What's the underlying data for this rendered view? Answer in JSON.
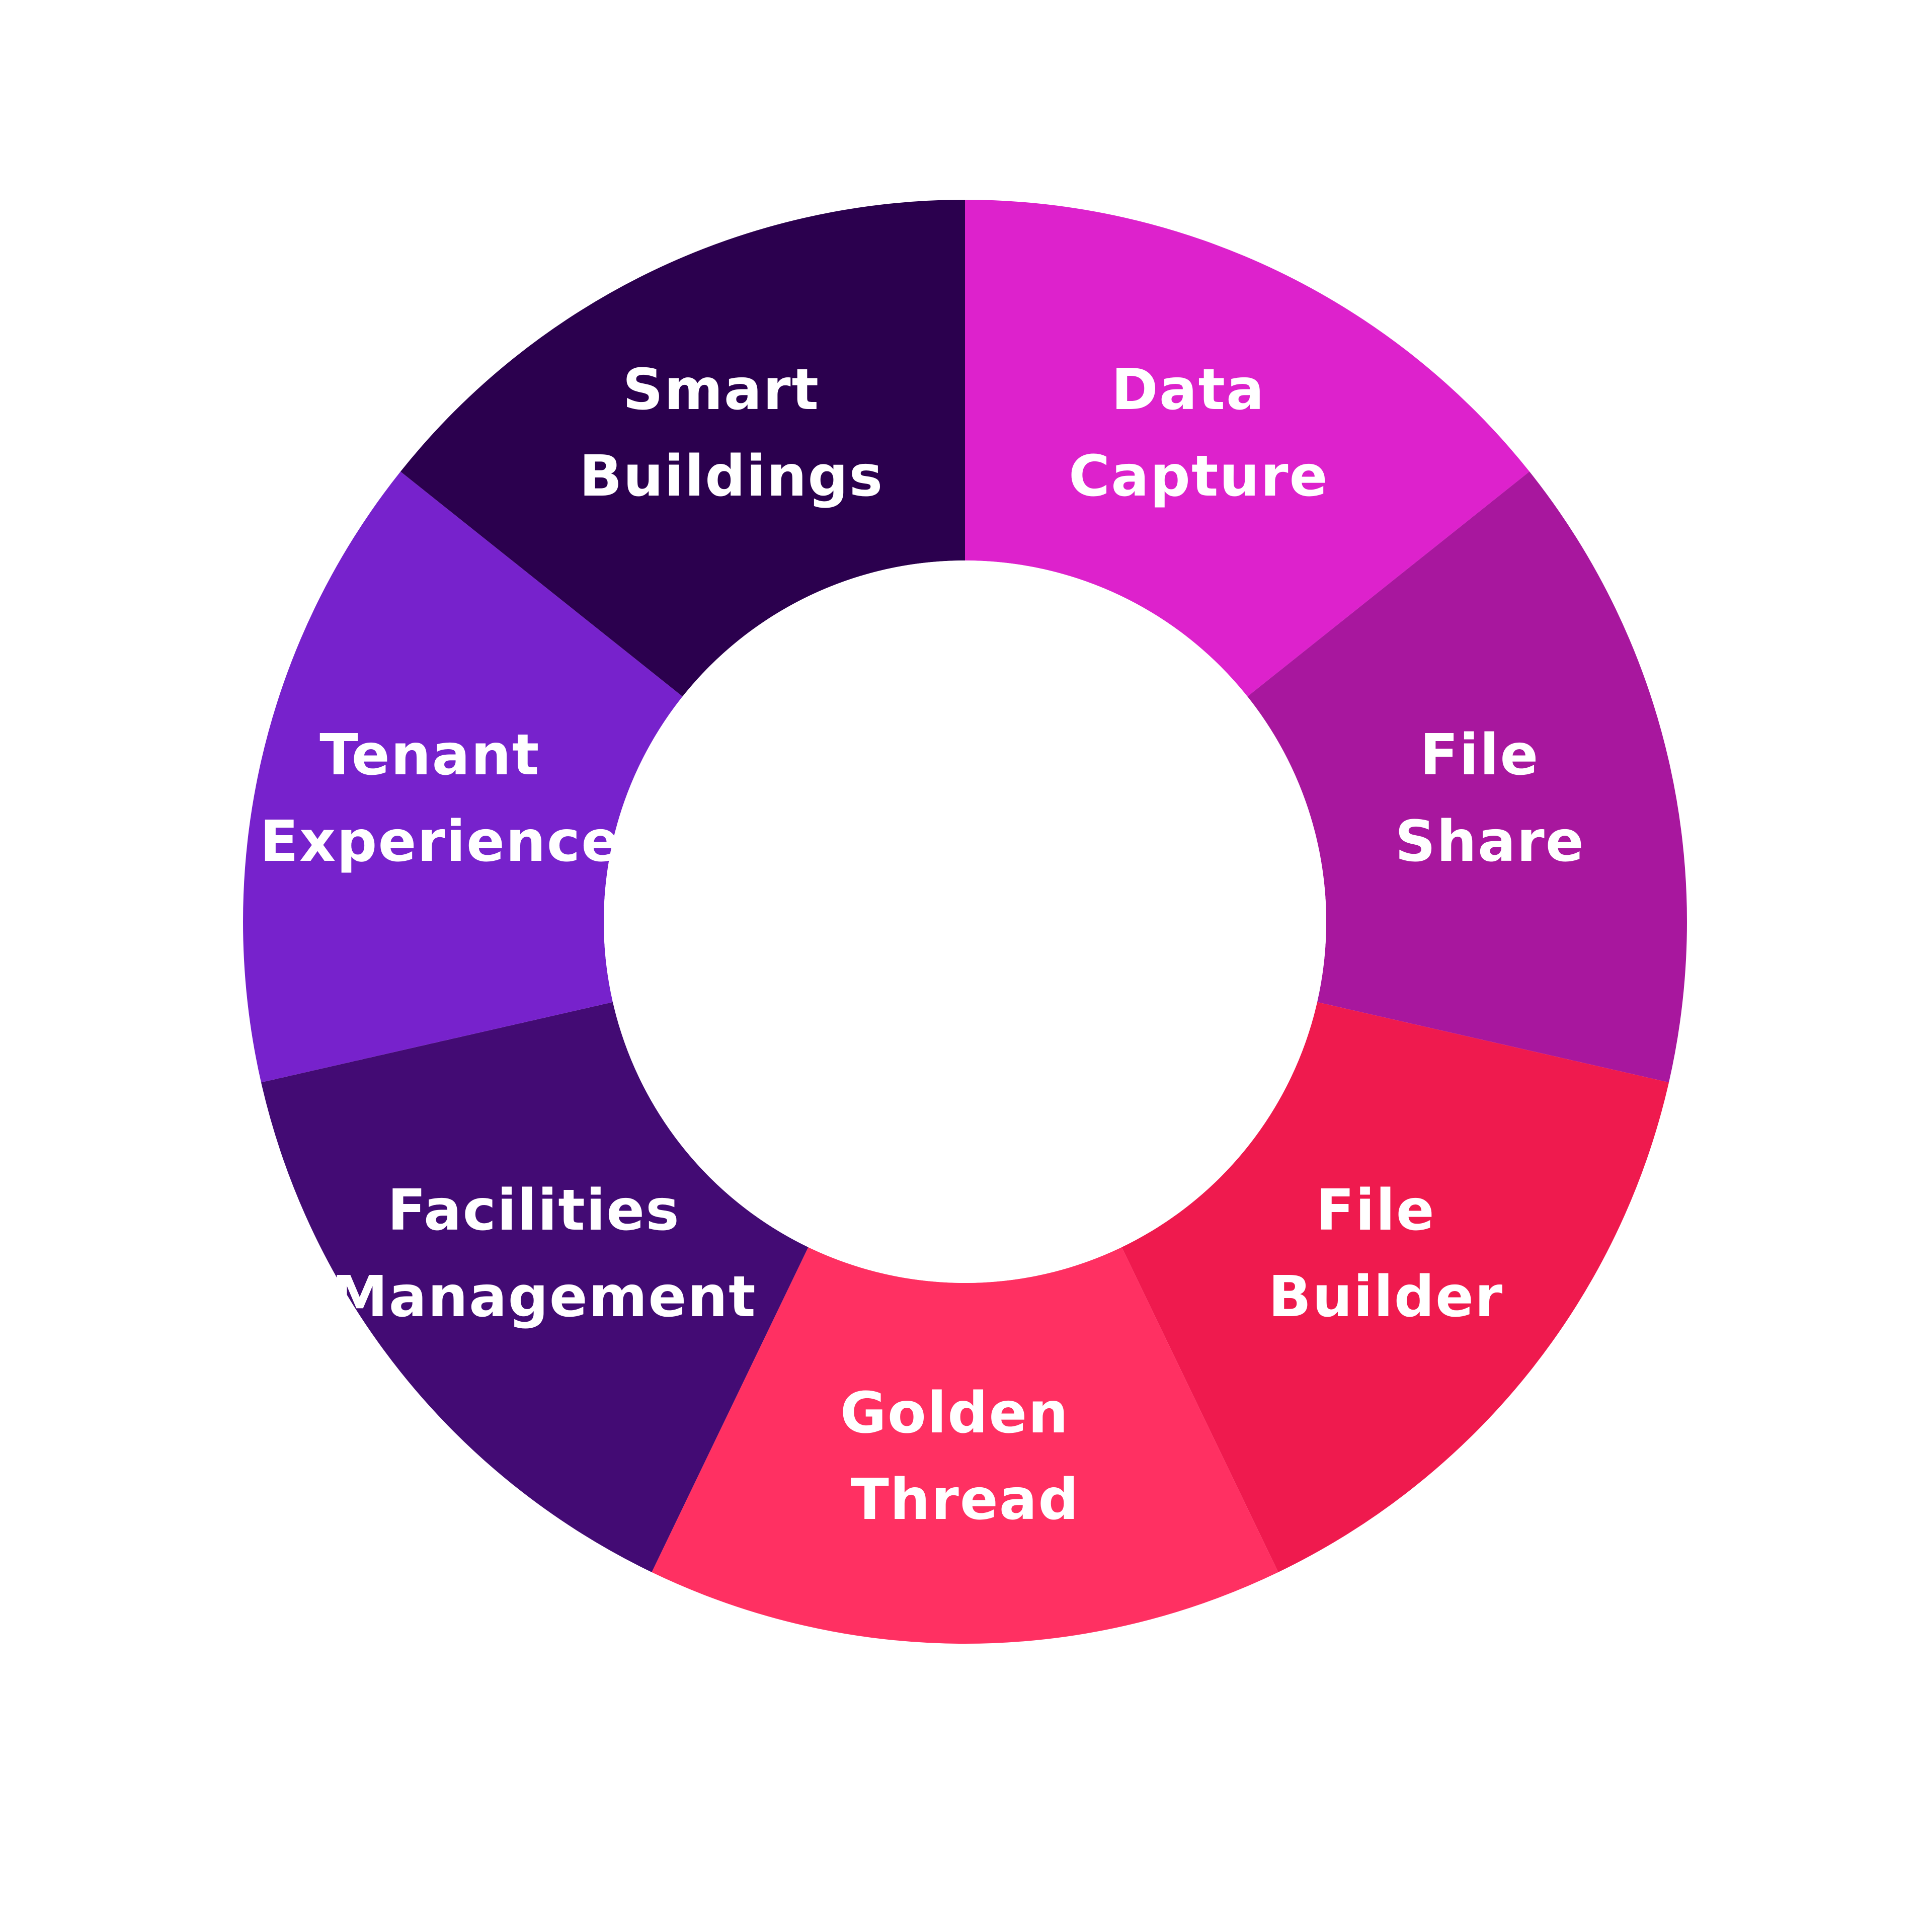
{
  "diagram": {
    "segments": [
      {
        "id": "data-capture",
        "lines": [
          "Data",
          "Capture"
        ],
        "color": "#DD22CC"
      },
      {
        "id": "file-share",
        "lines": [
          "File",
          "Share"
        ],
        "color": "#A8179E"
      },
      {
        "id": "file-builder",
        "lines": [
          "File",
          "Builder"
        ],
        "color": "#EF1A4E"
      },
      {
        "id": "golden-thread",
        "lines": [
          "Golden",
          "Thread"
        ],
        "color": "#FF3062"
      },
      {
        "id": "facilities-management",
        "lines": [
          "Facilities",
          "Management"
        ],
        "color": "#430B74"
      },
      {
        "id": "tenant-experience",
        "lines": [
          "Tenant",
          "Experience"
        ],
        "color": "#7722CC"
      },
      {
        "id": "smart-buildings",
        "lines": [
          "Smart",
          "Buildings"
        ],
        "color": "#2B004E"
      }
    ],
    "center_color": "#FFFFFF"
  }
}
